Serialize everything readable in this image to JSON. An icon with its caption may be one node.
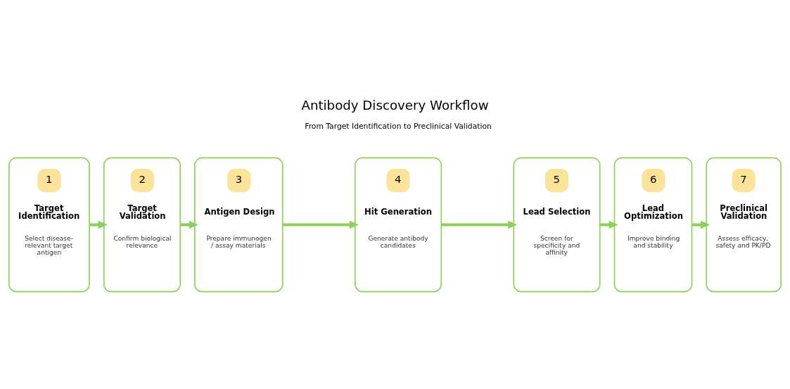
{
  "diagram": {
    "title": "Antibody Discovery Workflow",
    "nodes": [
      {
        "text": [
          "1",
          "Target Identification",
          "Select disease-relevant target antigen"
        ]
      },
      {
        "text": [
          "2",
          "Target Validation",
          "Confirm biological relevance"
        ]
      },
      {
        "text": [
          "3",
          "Antigen Design",
          "Prepare immunogen / assay materials"
        ]
      },
      {
        "text": [
          "4",
          "Hit Generation",
          "Generate antibody candidates"
        ]
      },
      {
        "text": [
          "5",
          "Lead Selection",
          "Screen for specificity and affinity"
        ]
      },
      {
        "text": [
          "6",
          "Lead Optimization",
          "Improve binding and stability"
        ]
      },
      {
        "text": [
          "7",
          "Preclinical Validation",
          "Assess efficacy, safety and PK/PD"
        ]
      }
    ],
    "edges": [
      {
        "from": 0,
        "to": 1,
        "arrow": "to"
      },
      {
        "from": 1,
        "to": 2,
        "arrow": "to"
      },
      {
        "from": 2,
        "to": 3,
        "arrow": "to"
      },
      {
        "from": 3,
        "to": 4,
        "arrow": "to"
      },
      {
        "from": 4,
        "to": 5,
        "arrow": "to"
      },
      {
        "from": 5,
        "to": 6,
        "arrow": "to"
      }
    ],
    "labels": [
      "From Target Identification to Preclinical Validation"
    ]
  }
}
